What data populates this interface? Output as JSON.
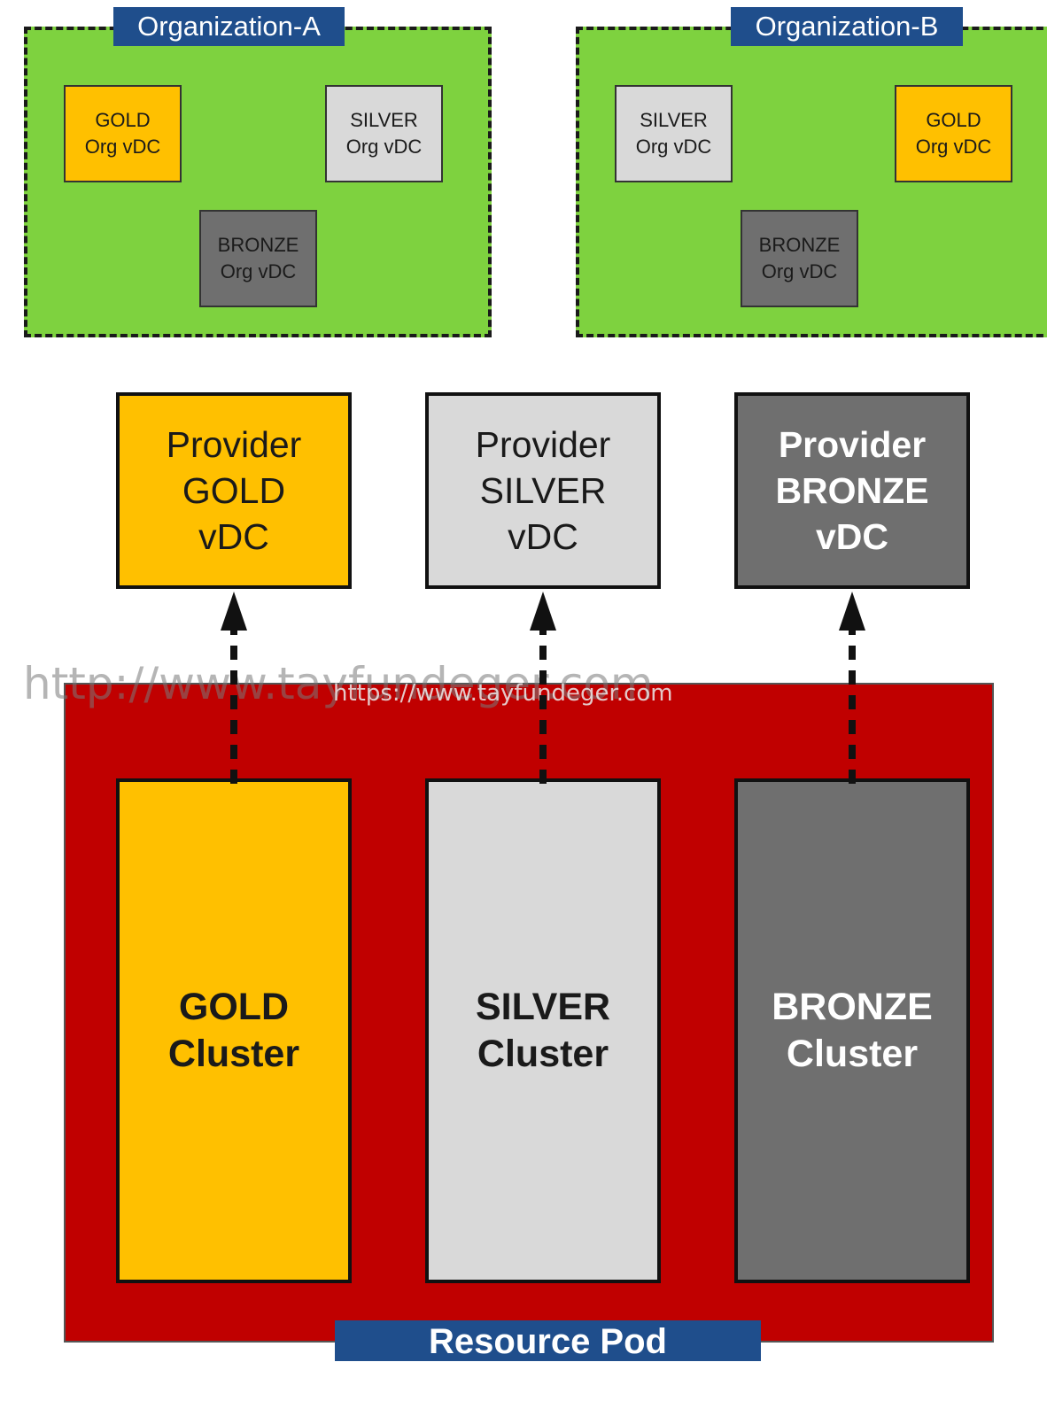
{
  "organizations": [
    {
      "title": "Organization-A",
      "vdcs": [
        {
          "tier": "GOLD",
          "line2": "Org vDC"
        },
        {
          "tier": "SILVER",
          "line2": "Org vDC"
        },
        {
          "tier": "BRONZE",
          "line2": "Org vDC"
        }
      ]
    },
    {
      "title": "Organization-B",
      "vdcs": [
        {
          "tier": "SILVER",
          "line2": "Org vDC"
        },
        {
          "tier": "GOLD",
          "line2": "Org vDC"
        },
        {
          "tier": "BRONZE",
          "line2": "Org vDC"
        }
      ]
    }
  ],
  "provider_vdcs": [
    {
      "line1": "Provider",
      "line2": "GOLD",
      "line3": "vDC"
    },
    {
      "line1": "Provider",
      "line2": "SILVER",
      "line3": "vDC"
    },
    {
      "line1": "Provider",
      "line2": "BRONZE",
      "line3": "vDC"
    }
  ],
  "clusters": [
    {
      "line1": "GOLD",
      "line2": "Cluster"
    },
    {
      "line1": "SILVER",
      "line2": "Cluster"
    },
    {
      "line1": "BRONZE",
      "line2": "Cluster"
    }
  ],
  "resource_pod": {
    "title": "Resource Pod"
  },
  "watermarks": {
    "large": "http://www.tayfundeger.com",
    "small": "https://www.tayfundeger.com"
  },
  "colors": {
    "org_background": "#7ed23f",
    "title_bar": "#1f4e8c",
    "gold": "#ffc000",
    "silver": "#d9d9d9",
    "bronze": "#6f6f6f",
    "resource_pod": "#c00000"
  }
}
